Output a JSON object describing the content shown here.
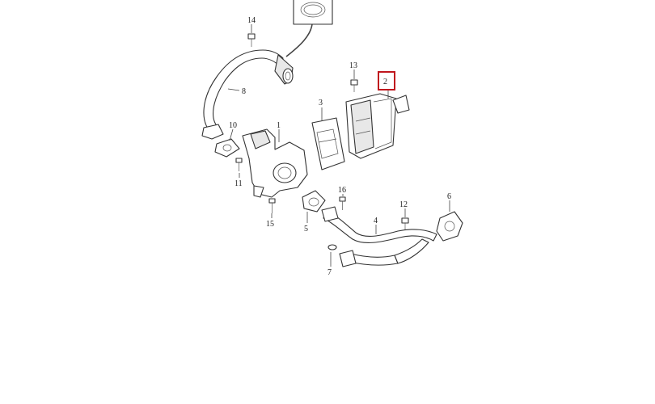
{
  "diagram": {
    "callouts": [
      {
        "id": "1",
        "text": "1"
      },
      {
        "id": "2",
        "text": "2"
      },
      {
        "id": "3",
        "text": "3"
      },
      {
        "id": "4",
        "text": "4"
      },
      {
        "id": "5",
        "text": "5"
      },
      {
        "id": "6",
        "text": "6"
      },
      {
        "id": "7",
        "text": "7"
      },
      {
        "id": "8",
        "text": "8"
      },
      {
        "id": "10",
        "text": "10"
      },
      {
        "id": "11",
        "text": "11"
      },
      {
        "id": "12",
        "text": "12"
      },
      {
        "id": "13",
        "text": "13"
      },
      {
        "id": "14",
        "text": "14"
      },
      {
        "id": "15",
        "text": "15"
      },
      {
        "id": "16",
        "text": "16"
      }
    ],
    "highlighted_callout": "2",
    "highlight_color": "#c0161d",
    "line_color": "#333333"
  }
}
